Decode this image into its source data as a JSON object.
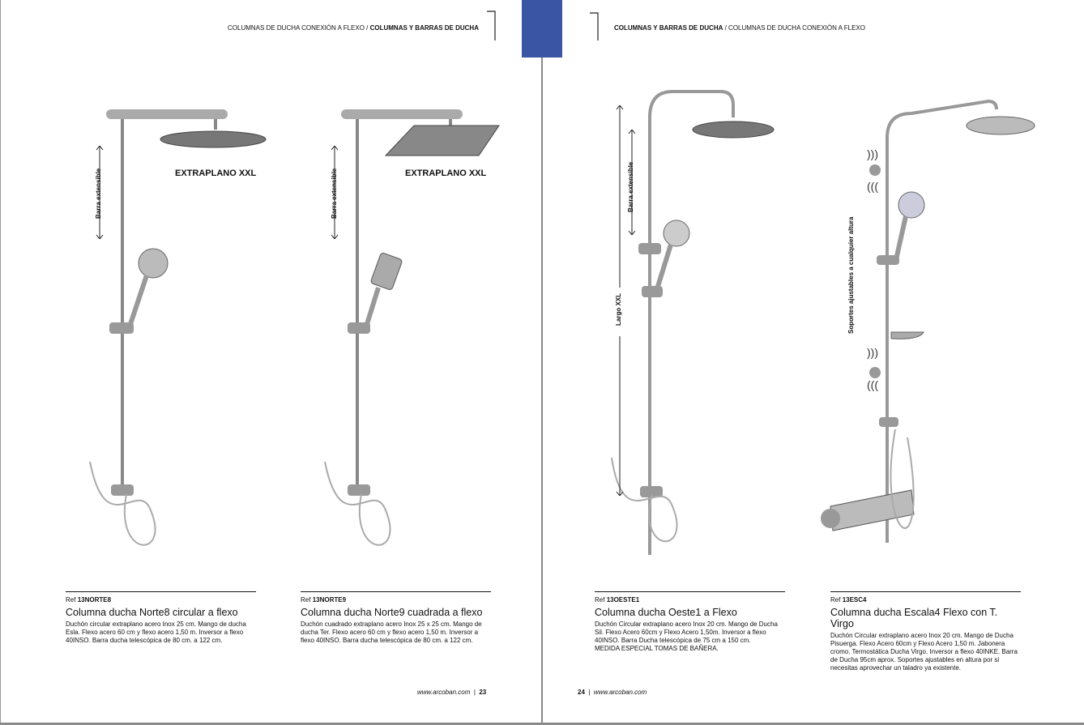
{
  "left_page": {
    "header": {
      "normal": "COLUMNAS DE DUCHA CONEXIÓN A FLEXO / ",
      "bold": "COLUMNAS Y BARRAS DE DUCHA"
    },
    "footer": {
      "url": "www.arcoban.com",
      "separator": "|",
      "page": "23"
    },
    "products": [
      {
        "ref_label": "Ref",
        "ref": "13NORTE8",
        "title": "Columna ducha Norte8 circular a flexo",
        "description": "Duchón circular extraplano acero Inox 25 cm. Mango de ducha Esla. Flexo acero 60 cm y flexo acero 1,50 m. Inversor a flexo 40INSO. Barra ducha telescópica de 80 cm. a 122 cm.",
        "callout": "EXTRAPLANO XXL",
        "vertical_label": "Barra extensible"
      },
      {
        "ref_label": "Ref",
        "ref": "13NORTE9",
        "title": "Columna ducha Norte9 cuadrada a flexo",
        "description": "Duchón cuadrado extraplano acero Inox 25 x 25 cm. Mango de ducha Ter. Flexo acero 60 cm y flexo acero 1,50 m. Inversor a flexo 40INSO. Barra ducha telescópica de 80 cm. a 122 cm.",
        "callout": "EXTRAPLANO XXL",
        "vertical_label": "Barra extensible"
      }
    ]
  },
  "right_page": {
    "header": {
      "bold": "COLUMNAS Y BARRAS DE DUCHA",
      "normal": " / COLUMNAS DE DUCHA CONEXIÓN A FLEXO"
    },
    "footer": {
      "page": "24",
      "separator": "|",
      "url": "www.arcoban.com"
    },
    "products": [
      {
        "ref_label": "Ref",
        "ref": "13OESTE1",
        "title": "Columna ducha Oeste1 a Flexo",
        "description": "Duchón Circular extraplano acero Inox 20 cm. Mango de Ducha Sil. Flexo Acero 60cm y Flexo Acero 1,50m. Inversor a flexo 40INSO. Barra Ducha telescópica de 75 cm a 150 cm.",
        "note": "MEDIDA ESPECIAL TOMAS DE BAÑERA.",
        "vertical_label": "Barra extensible",
        "vertical_label_2": "Largo XXL"
      },
      {
        "ref_label": "Ref",
        "ref": "13ESC4",
        "title": "Columna ducha Escala4 Flexo con T. Virgo",
        "description": "Duchón Circular extraplano acero Inox 20 cm. Mango de Ducha Pisuerga. Flexo Acero 60cm y Flexo Acero 1,50 m. Jabonera cromo. Termostática Ducha Virgo. Inversor a flexo 40INKE. Barra de Ducha 95cm aprox. Soportes ajustables en altura por si necesitas aprovechar un taladro ya existente.",
        "vertical_label": "Soportes ajustables a cualquier altura"
      }
    ]
  },
  "colors": {
    "accent_tab": "#3a55a4"
  }
}
